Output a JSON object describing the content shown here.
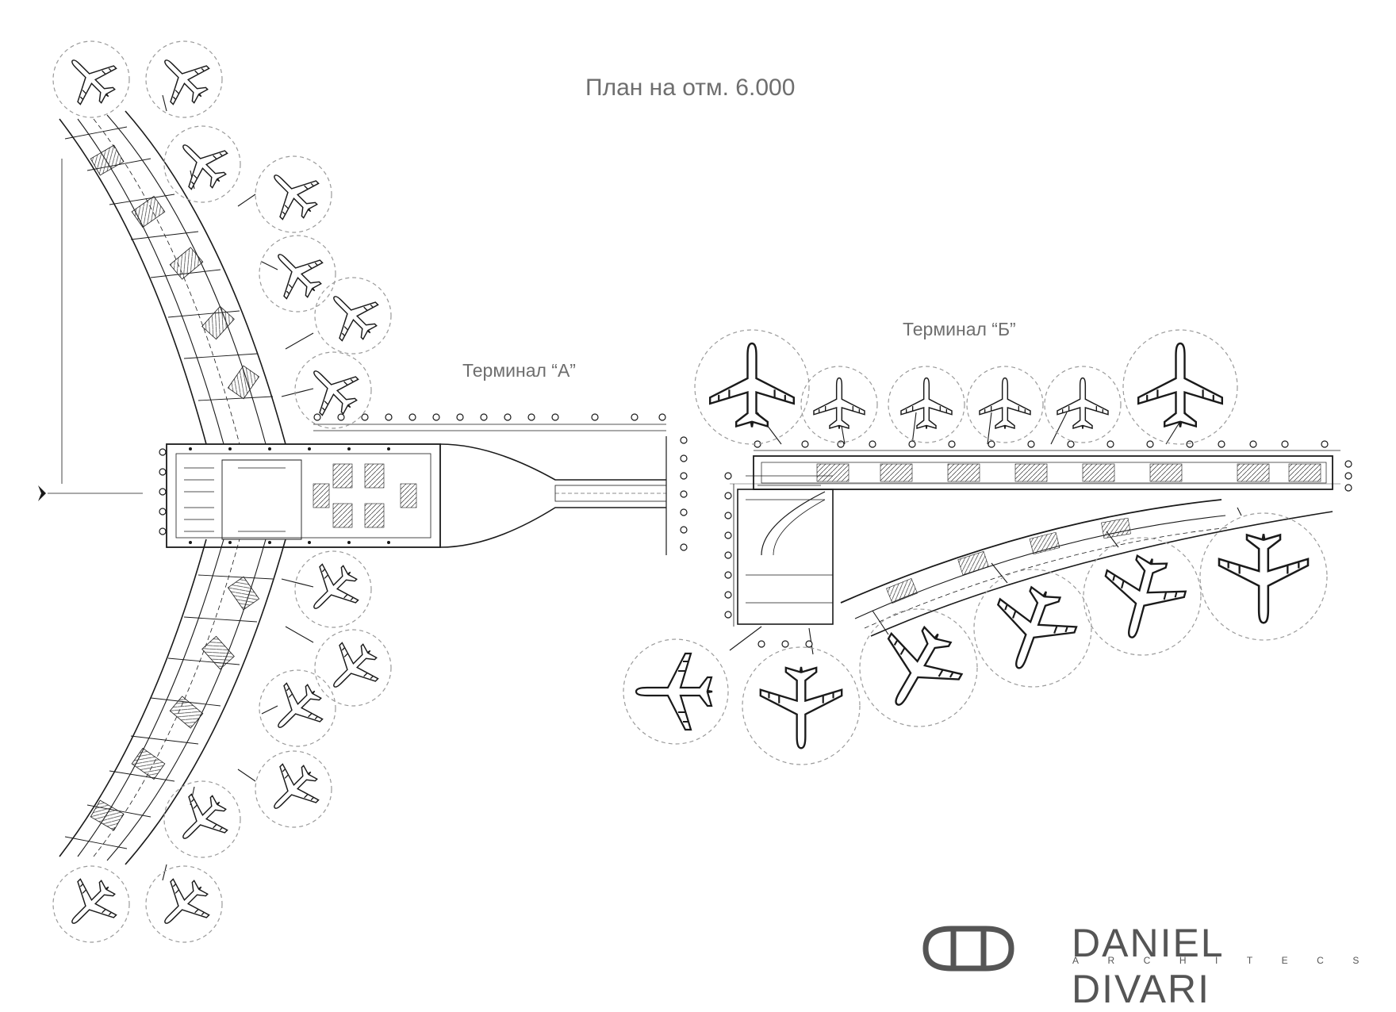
{
  "drawing": {
    "title": "План на отм. 6.000",
    "terminal_a_label": "Терминал “А”",
    "terminal_b_label": "Терминал “Б”"
  },
  "logo": {
    "monogram": "DD",
    "name": "DANIEL DIVARI",
    "subtitle": "ARCHITECS"
  },
  "colors": {
    "background": "#ffffff",
    "linework": "#1a1a1a",
    "stand_circles": "#9a9a9a",
    "label_text": "#6e6e6e",
    "logo": "#555555"
  },
  "icons": {
    "aircraft": "airplane-icon",
    "north_arrow": "north-arrow-icon"
  }
}
